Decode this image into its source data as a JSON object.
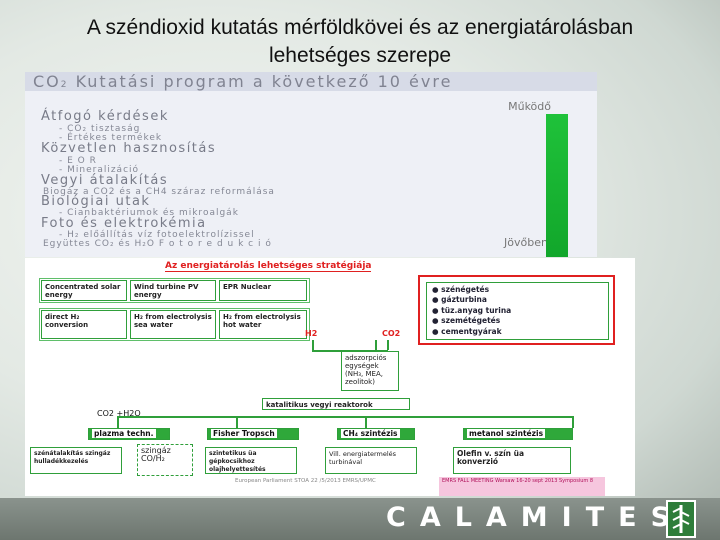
{
  "slide": {
    "title": "A széndioxid kutatás mérföldkövei és az energiatárolásban lehetséges szerepe"
  },
  "research_image": {
    "header_main": "CO",
    "header_sub": "2",
    "header_rest": "Kutatási program a következő 10 évre",
    "label_top": "Működő",
    "label_bottom": "Jövőbeni",
    "arrow_color": "#12b02c",
    "items": [
      {
        "kind": "h",
        "text": "Átfogó kérdések"
      },
      {
        "kind": "s",
        "text": "- CO₂ tisztaság"
      },
      {
        "kind": "s",
        "text": "- Értékes termékek"
      },
      {
        "kind": "h",
        "text": "Közvetlen hasznosítás"
      },
      {
        "kind": "s",
        "text": "- E O R"
      },
      {
        "kind": "s",
        "text": "- Mineralizáció"
      },
      {
        "kind": "h",
        "text": "Vegyi átalakítás"
      },
      {
        "kind": "s",
        "text": "Biogáz a CO2 és a CH4 száraz reformálása"
      },
      {
        "kind": "h",
        "text": "Biológiai utak"
      },
      {
        "kind": "s",
        "text": "- Cianbaktériumok és mikroalgák"
      },
      {
        "kind": "h",
        "text": "Foto és elektrokémia"
      },
      {
        "kind": "s",
        "text": "- H₂ előállítás víz fotoelektrolízissel"
      },
      {
        "kind": "s",
        "text": "Együttes CO₂ és H₂O F o t o r e d u k c i ó"
      }
    ]
  },
  "strategy_image": {
    "title": "Az energiatárolás lehetséges stratégiája",
    "sources": [
      "Concentrated solar energy",
      "Wind turbine PV energy",
      "EPR Nuclear"
    ],
    "conversions": [
      "direct H₂ conversion",
      "H₂ from electrolysis sea water",
      "H₂ from electrolysis hot water"
    ],
    "co2_sources": [
      "szénégetés",
      "gázturbina",
      "tüz.anyag turina",
      "szemétégetés",
      "cementgyárak"
    ],
    "label_h2": "H2",
    "label_co2": "CO2",
    "adsorption": "adszorpciós egységek (NH₃, MEA, zeolitok)",
    "reactors": "katalitikus vegyi reaktorok",
    "label_co2_h2o": "CO2 +H2O",
    "processes": [
      "plazma techn.",
      "Fisher Tropsch",
      "CH₄ szintézis",
      "metanol szintézis"
    ],
    "products": [
      "szénátalakítás szingáz hulladékkezelés",
      "szingáz CO/H₂",
      "szintetikus üa gépkocsikhoz olajhelyettesítés",
      "Vill. energiatermelés turbinával",
      "Olefin v. szín üa konverzió"
    ],
    "footer_note": "European Parliament STOA 22 /5/2013 EMRS/UPMC",
    "meeting_note": "EMRS FALL MEETING Warsaw 16-20 sept 2013 Symposium 8"
  },
  "brand": {
    "name": "CALAMITES",
    "bar_color": "#7a837c",
    "logo_color": "#2e7d3a"
  }
}
